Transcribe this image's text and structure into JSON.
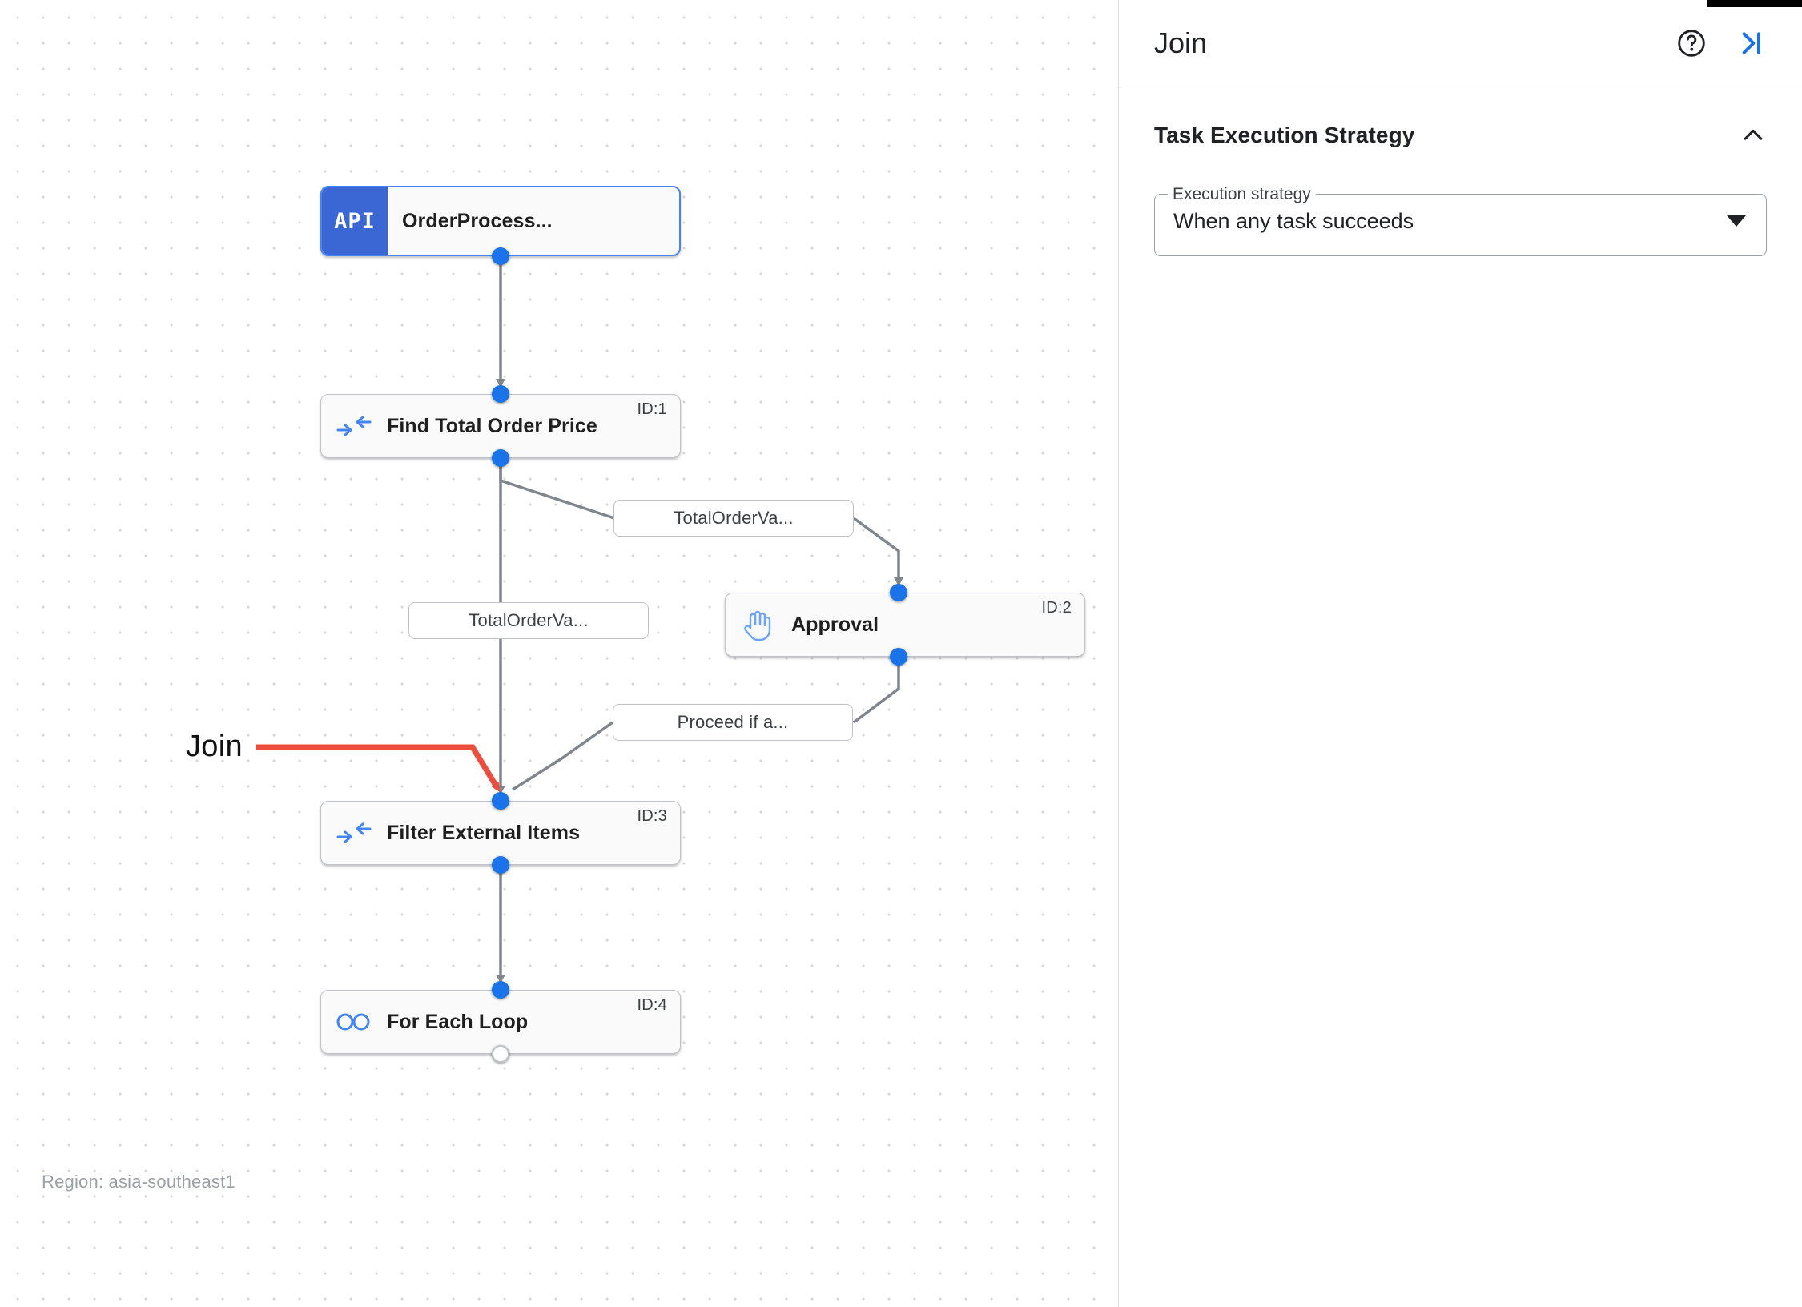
{
  "canvas": {
    "region_label": "Region: asia-southeast1",
    "annotation": {
      "label": "Join",
      "color": "#ee4c3c"
    },
    "nodes": [
      {
        "id": "api",
        "title": "OrderProcess...",
        "badge": "API",
        "icon": "api-badge",
        "id_label": ""
      },
      {
        "id": "1",
        "title": "Find Total Order Price",
        "icon": "merge-arrows-icon",
        "id_label": "ID:1"
      },
      {
        "id": "2",
        "title": "Approval",
        "icon": "hand-icon",
        "id_label": "ID:2"
      },
      {
        "id": "3",
        "title": "Filter External Items",
        "icon": "merge-arrows-icon",
        "id_label": "ID:3"
      },
      {
        "id": "4",
        "title": "For Each Loop",
        "icon": "infinity-icon",
        "id_label": "ID:4"
      }
    ],
    "edge_labels": [
      {
        "text": "TotalOrderVa..."
      },
      {
        "text": "TotalOrderVa..."
      },
      {
        "text": "Proceed if a..."
      }
    ],
    "colors": {
      "node_accent": "#4285f4",
      "handle": "#1a73e8",
      "edge": "#80868b"
    }
  },
  "panel": {
    "title": "Join",
    "help_icon": "help-circle-icon",
    "collapse_icon": "collapse-right-icon",
    "section": {
      "title": "Task Execution Strategy",
      "chevron": "chevron-up-icon",
      "field": {
        "label": "Execution strategy",
        "value": "When any task succeeds",
        "caret": "chevron-down-icon"
      }
    }
  }
}
